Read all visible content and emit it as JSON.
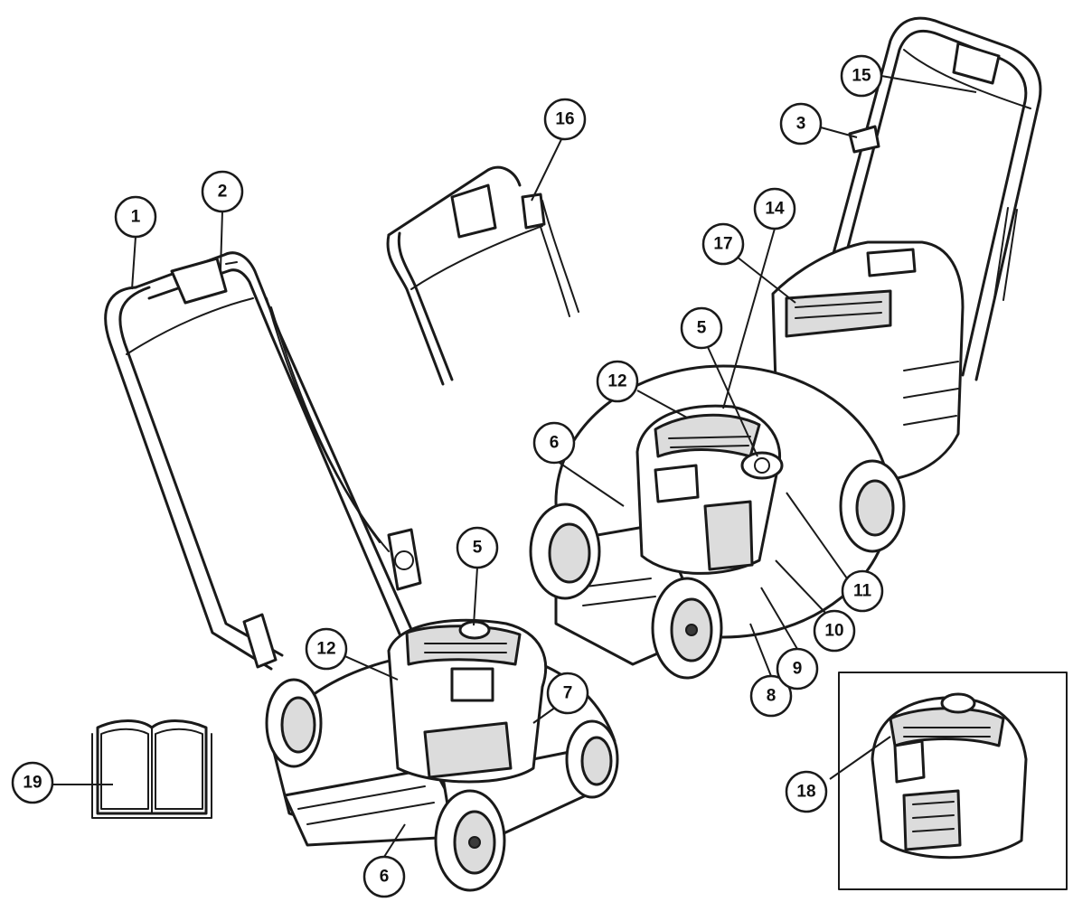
{
  "callouts": [
    {
      "id": "c1",
      "label": "1"
    },
    {
      "id": "c2",
      "label": "2"
    },
    {
      "id": "c3",
      "label": "3"
    },
    {
      "id": "c5a",
      "label": "5"
    },
    {
      "id": "c5b",
      "label": "5"
    },
    {
      "id": "c6a",
      "label": "6"
    },
    {
      "id": "c6b",
      "label": "6"
    },
    {
      "id": "c7",
      "label": "7"
    },
    {
      "id": "c8",
      "label": "8"
    },
    {
      "id": "c9",
      "label": "9"
    },
    {
      "id": "c10",
      "label": "10"
    },
    {
      "id": "c11",
      "label": "11"
    },
    {
      "id": "c12a",
      "label": "12"
    },
    {
      "id": "c12b",
      "label": "12"
    },
    {
      "id": "c14",
      "label": "14"
    },
    {
      "id": "c15",
      "label": "15"
    },
    {
      "id": "c16",
      "label": "16"
    },
    {
      "id": "c17",
      "label": "17"
    },
    {
      "id": "c18",
      "label": "18"
    },
    {
      "id": "c19",
      "label": "19"
    }
  ]
}
